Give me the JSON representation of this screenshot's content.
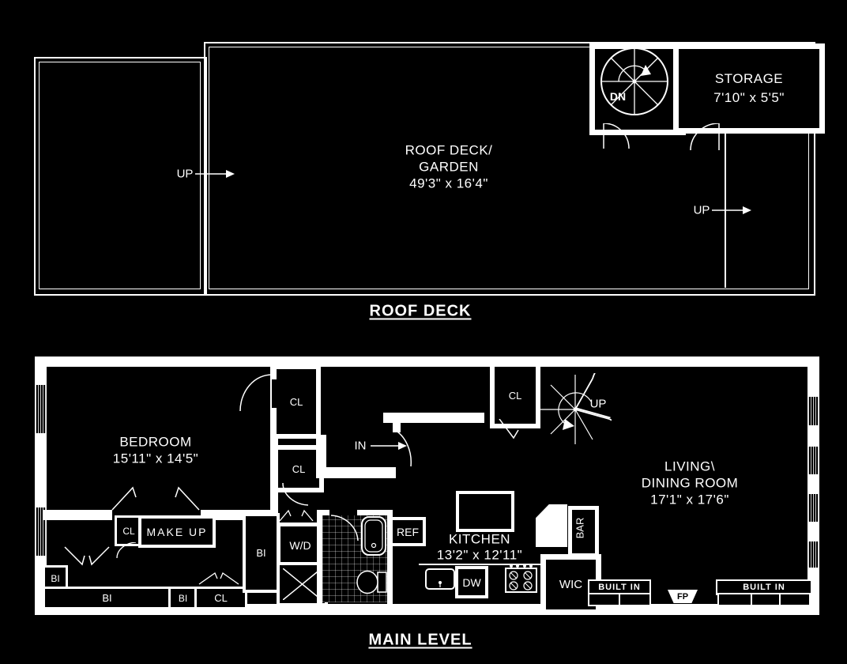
{
  "colors": {
    "background": "#000000",
    "line": "#ffffff"
  },
  "roof_deck": {
    "title": "ROOF DECK",
    "deck_name_1": "ROOF DECK/",
    "deck_name_2": "GARDEN",
    "deck_dims": "49'3\" x 16'4\"",
    "storage_name": "STORAGE",
    "storage_dims": "7'10\" x 5'5\"",
    "stair_label": "DN",
    "up_left": "UP",
    "up_right": "UP"
  },
  "main_level": {
    "title": "MAIN LEVEL",
    "bedroom_name": "BEDROOM",
    "bedroom_dims": "15'11\" x 14'5\"",
    "living_name_1": "LIVING\\",
    "living_name_2": "DINING ROOM",
    "living_dims": "17'1\" x 17'6\"",
    "kitchen_name": "KITCHEN",
    "kitchen_dims": "13'2\" x 12'11\"",
    "entry_label": "IN",
    "stair_label": "UP",
    "closet_label": "CL",
    "built_in_abbr": "BI",
    "make_up_label": "MAKE UP",
    "washer_dryer_label": "W/D",
    "fridge_label": "REF",
    "dishwasher_label": "DW",
    "walk_in_closet_label": "WIC",
    "bar_label": "BAR",
    "fireplace_label": "FP",
    "built_in_left_label": "BUILT IN",
    "built_in_right_label": "BUILT IN"
  }
}
